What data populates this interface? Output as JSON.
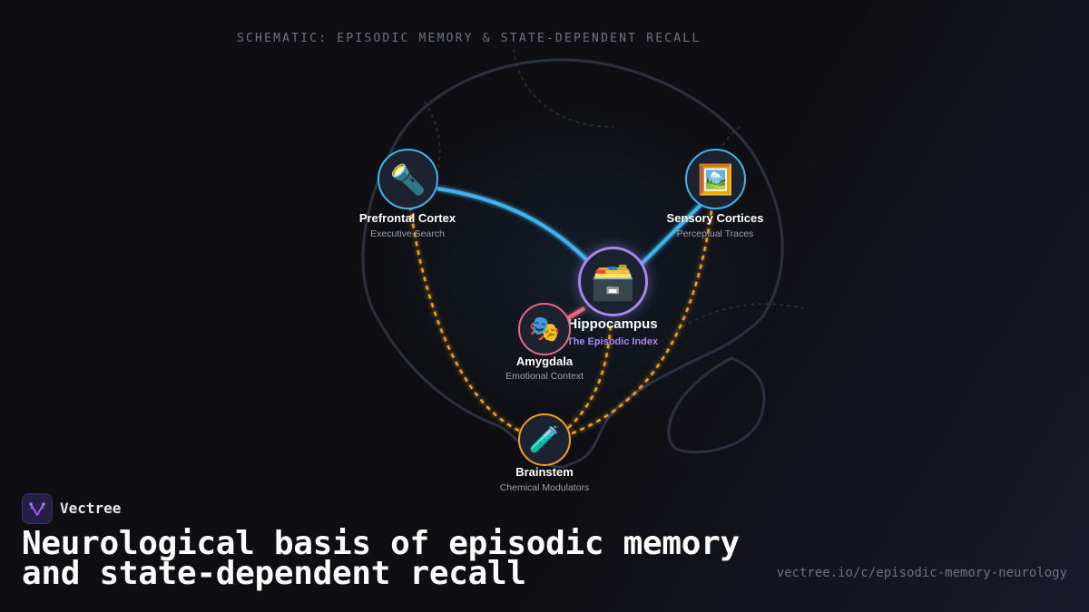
{
  "schematic_title": "SCHEMATIC: EPISODIC MEMORY & STATE-DEPENDENT RECALL",
  "colors": {
    "background": "#0f0f13",
    "executive_link": "#3fb3ee",
    "emotional_link": "#e46a80",
    "modulator_link": "#f0a020",
    "hippocampus_ring": "#a887ee",
    "hippocampus_subtitle": "#a887ee"
  },
  "nodes": {
    "prefrontal": {
      "icon": "flashlight-icon",
      "glyph": "🔦",
      "label": "Prefrontal Cortex",
      "sub": "Executive Search"
    },
    "sensory": {
      "icon": "framed-picture-icon",
      "glyph": "🖼️",
      "label": "Sensory Cortices",
      "sub": "Perceptual Traces"
    },
    "hippocampus": {
      "icon": "card-file-box-icon",
      "glyph": "🗃️",
      "label": "Hippocampus",
      "sub": "The Episodic Index"
    },
    "amygdala": {
      "icon": "theater-masks-icon",
      "glyph": "🎭",
      "label": "Amygdala",
      "sub": "Emotional Context"
    },
    "brainstem": {
      "icon": "test-tube-icon",
      "glyph": "🧪",
      "label": "Brainstem",
      "sub": "Chemical Modulators"
    }
  },
  "brand": {
    "name": "Vectree",
    "logo_icon": "vectree-logo-icon"
  },
  "headline": {
    "line1": "Neurological basis of episodic memory",
    "line2": "and state-dependent recall"
  },
  "url": "vectree.io/c/episodic-memory-neurology"
}
